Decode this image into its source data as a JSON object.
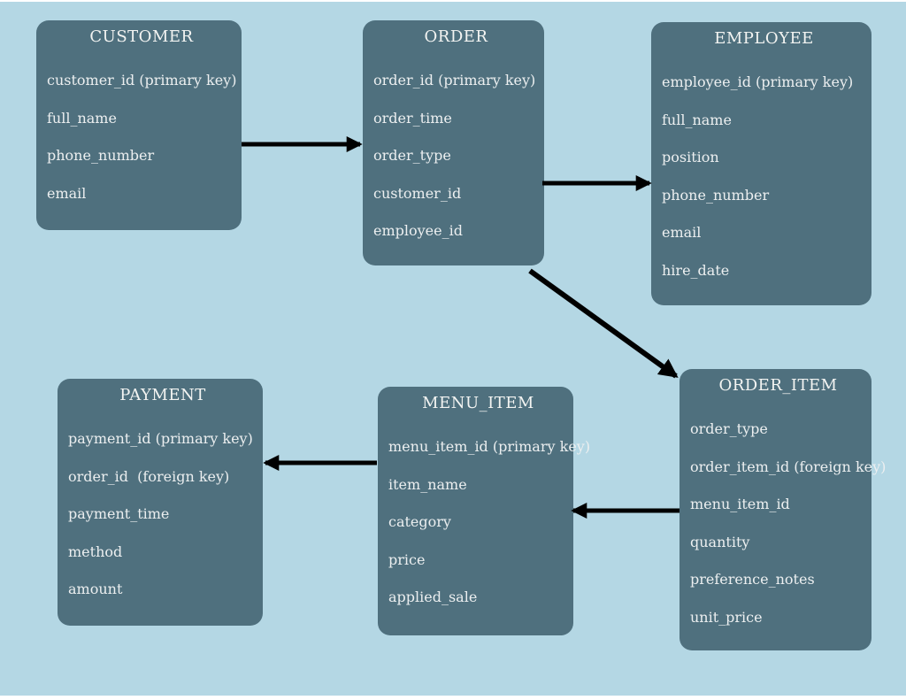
{
  "diagram": {
    "kind": "entity-relationship-diagram",
    "background_color": "#b4d7e4",
    "entity_fill_color": "#4f707e",
    "entity_text_color": "#eceff0",
    "arrow_color": "#000000",
    "entities": [
      {
        "name": "CUSTOMER",
        "fields": [
          "customer_id (primary key)",
          "full_name",
          "phone_number",
          "email"
        ]
      },
      {
        "name": "ORDER",
        "fields": [
          "order_id (primary key)",
          "order_time",
          "order_type",
          "customer_id",
          "employee_id"
        ]
      },
      {
        "name": "EMPLOYEE",
        "fields": [
          "employee_id (primary key)",
          "full_name",
          "position",
          "phone_number",
          "email",
          "hire_date"
        ]
      },
      {
        "name": "PAYMENT",
        "fields": [
          "payment_id (primary key)",
          "order_id  (foreign key)",
          "payment_time",
          "method",
          "amount"
        ]
      },
      {
        "name": "MENU_ITEM",
        "fields": [
          "menu_item_id (primary key)",
          "item_name",
          "category",
          "price",
          "applied_sale"
        ]
      },
      {
        "name": "ORDER_ITEM",
        "fields": [
          "order_type",
          "order_item_id (foreign key)",
          "menu_item_id",
          "quantity",
          "preference_notes",
          "unit_price"
        ]
      }
    ],
    "relationships": [
      {
        "from": "CUSTOMER",
        "to": "ORDER"
      },
      {
        "from": "ORDER",
        "to": "EMPLOYEE"
      },
      {
        "from": "ORDER",
        "to": "ORDER_ITEM"
      },
      {
        "from": "ORDER_ITEM",
        "to": "MENU_ITEM"
      },
      {
        "from": "MENU_ITEM",
        "to": "PAYMENT"
      }
    ]
  }
}
